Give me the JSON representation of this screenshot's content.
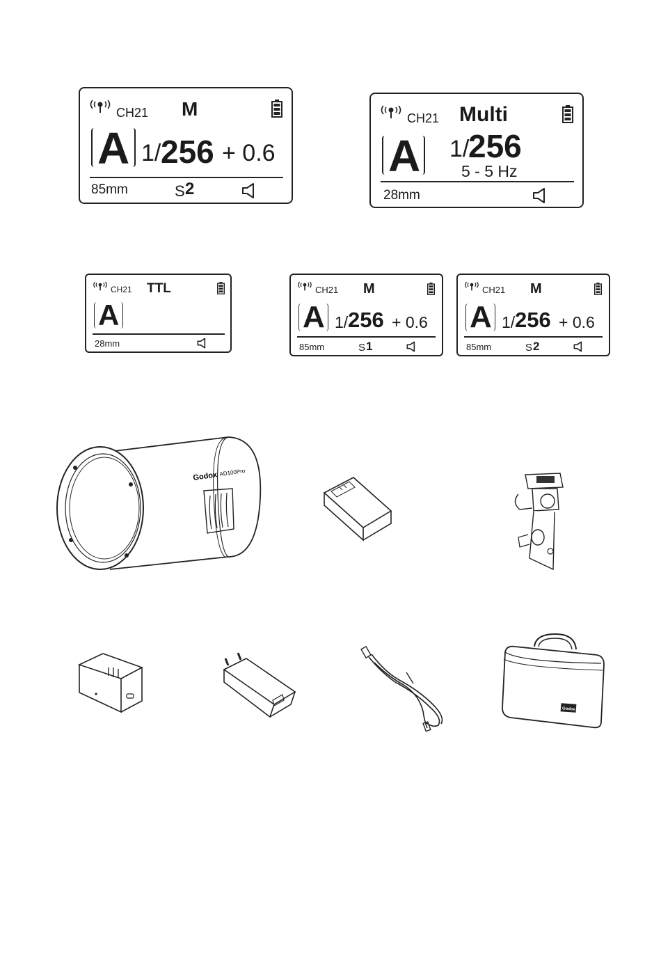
{
  "lcd1": {
    "ch": "CH21",
    "mode": "M",
    "group": "A",
    "power_pre": "1/",
    "power": "256",
    "comp": "+ 0.6",
    "zoom": "85mm",
    "slave_s": "S",
    "slave_n": "2"
  },
  "lcd2": {
    "ch": "CH21",
    "mode": "Multi",
    "group": "A",
    "power_pre": "1/",
    "power": "256",
    "freq": "5 - 5 Hz",
    "zoom": "28mm"
  },
  "lcd3": {
    "ch": "CH21",
    "mode": "TTL",
    "group": "A",
    "zoom": "28mm"
  },
  "lcd4": {
    "ch": "CH21",
    "mode": "M",
    "group": "A",
    "power_pre": "1/",
    "power": "256",
    "comp": "+ 0.6",
    "zoom": "85mm",
    "slave_s": "S",
    "slave_n": "1"
  },
  "lcd5": {
    "ch": "CH21",
    "mode": "M",
    "group": "A",
    "power_pre": "1/",
    "power": "256",
    "comp": "+ 0.6",
    "zoom": "85mm",
    "slave_s": "S",
    "slave_n": "2"
  },
  "flash_brand": "Godox",
  "flash_model": "AD100Pro",
  "case_brand": "Godox",
  "icons": [
    "antenna-icon",
    "battery-icon",
    "speaker-icon"
  ]
}
